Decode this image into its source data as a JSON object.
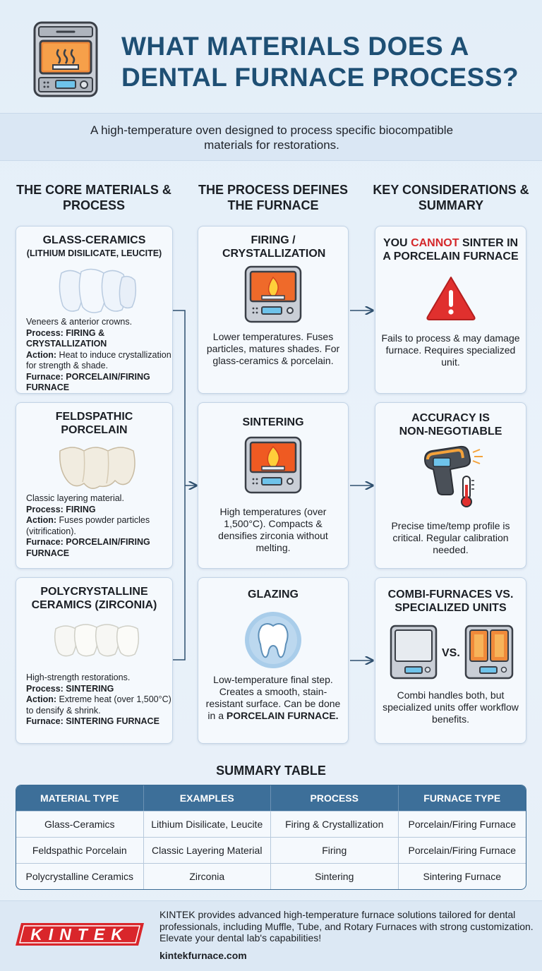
{
  "header": {
    "title": "WHAT MATERIALS DOES A DENTAL FURNACE PROCESS?",
    "subtitle": "A high-temperature oven designed to process specific biocompatible materials for restorations."
  },
  "columns": {
    "left_heading": "THE CORE MATERIALS & PROCESS",
    "middle_heading": "THE PROCESS DEFINES THE FURNACE",
    "right_heading": "KEY CONSIDERATIONS & SUMMARY"
  },
  "materials": [
    {
      "title": "GLASS-CERAMICS",
      "subtitle": "(LITHIUM DISILICATE, LEUCITE)",
      "use": "Veneers & anterior crowns.",
      "process_label": "Process:",
      "process": "FIRING & CRYSTALLIZATION",
      "action_label": "Action:",
      "action": "Heat to induce crystallization for strength & shade.",
      "furnace_label": "Furnace:",
      "furnace": "PORCELAIN/FIRING FURNACE"
    },
    {
      "title": "FELDSPATHIC PORCELAIN",
      "subtitle": "",
      "use": "Classic layering material.",
      "process_label": "Process:",
      "process": "FIRING",
      "action_label": "Action:",
      "action": "Fuses powder particles (vitrification).",
      "furnace_label": "Furnace:",
      "furnace": "PORCELAIN/FIRING FURNACE"
    },
    {
      "title": "POLYCRYSTALLINE CERAMICS (ZIRCONIA)",
      "subtitle": "",
      "use": "High-strength restorations.",
      "process_label": "Process:",
      "process": "SINTERING",
      "action_label": "Action:",
      "action": "Extreme heat (over 1,500°C) to densify & shrink.",
      "furnace_label": "Furnace:",
      "furnace": "SINTERING FURNACE"
    }
  ],
  "processes": [
    {
      "title": "FIRING / CRYSTALLIZATION",
      "text": "Lower temperatures. Fuses particles, matures shades. For glass-ceramics & porcelain.",
      "text_bold": ""
    },
    {
      "title": "SINTERING",
      "text": "High temperatures (over 1,500°C). Compacts & densifies zirconia without melting.",
      "text_bold": ""
    },
    {
      "title": "GLAZING",
      "text": "Low-temperature final step. Creates a smooth, stain-resistant surface. Can be done in a",
      "text_bold": "PORCELAIN FURNACE."
    }
  ],
  "considerations": [
    {
      "title_pre": "YOU ",
      "title_red": "CANNOT",
      "title_post": " SINTER IN A PORCELAIN FURNACE",
      "text": "Fails to process & may damage furnace. Requires specialized unit."
    },
    {
      "title_pre": "ACCURACY IS NON-NEGOTIABLE",
      "title_red": "",
      "title_post": "",
      "text": "Precise time/temp profile is critical. Regular calibration needed."
    },
    {
      "title_pre": "COMBI-FURNACES VS. SPECIALIZED UNITS",
      "title_red": "",
      "title_post": "",
      "vs_label": "VS.",
      "text": "Combi handles both, but specialized units offer workflow benefits."
    }
  ],
  "summary_table": {
    "title": "SUMMARY TABLE",
    "headers": [
      "MATERIAL TYPE",
      "EXAMPLES",
      "PROCESS",
      "FURNACE TYPE"
    ],
    "rows": [
      [
        "Glass-Ceramics",
        "Lithium Disilicate, Leucite",
        "Firing & Crystallization",
        "Porcelain/Firing Furnace"
      ],
      [
        "Feldspathic Porcelain",
        "Classic Layering Material",
        "Firing",
        "Porcelain/Firing Furnace"
      ],
      [
        "Polycrystalline Ceramics",
        "Zirconia",
        "Sintering",
        "Sintering Furnace"
      ]
    ]
  },
  "footer": {
    "logo_text": "KINTEK",
    "text": "KINTEK provides advanced high-temperature furnace solutions tailored for dental professionals, including Muffle, Tube, and Rotary Furnaces with strong customization. Elevate your dental lab's capabilities!",
    "url": "kintekfurnace.com"
  },
  "colors": {
    "title_blue": "#1e4f74",
    "table_header": "#3d6f99",
    "alert_red": "#d4282b",
    "logo_red": "#d9262b"
  }
}
